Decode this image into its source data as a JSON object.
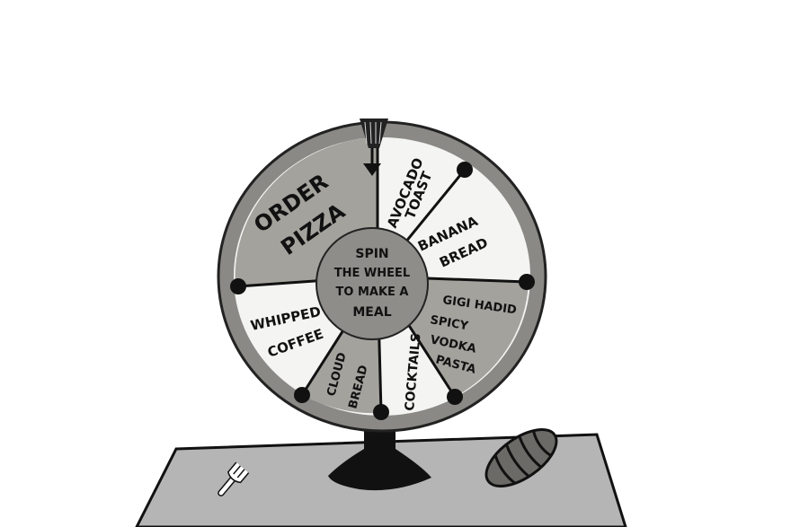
{
  "scene": {
    "type": "cartoon illustration",
    "subject": "prize wheel on a table"
  },
  "wheel": {
    "center_text": [
      "SPIN",
      "THE WHEEL",
      "TO MAKE A",
      "MEAL"
    ],
    "segments": [
      {
        "label": [
          "ORDER",
          "PIZZA"
        ],
        "shade": "gray"
      },
      {
        "label": [
          "AVOCADO",
          "TOAST"
        ],
        "shade": "white"
      },
      {
        "label": [
          "BANANA",
          "BREAD"
        ],
        "shade": "white"
      },
      {
        "label": [
          "GIGI HADID",
          "SPICY",
          "VODKA",
          "PASTA"
        ],
        "shade": "gray"
      },
      {
        "label": [
          "COCKTAILS"
        ],
        "shade": "white"
      },
      {
        "label": [
          "CLOUD",
          "BREAD"
        ],
        "shade": "gray"
      },
      {
        "label": [
          "WHIPPED",
          "COFFEE"
        ],
        "shade": "white"
      }
    ]
  },
  "objects": [
    "pointer",
    "wheel stand",
    "table",
    "fork",
    "croissant"
  ],
  "colors": {
    "rim": "#8a8985",
    "gray_segment": "#a3a29d",
    "white_segment": "#f4f4f2",
    "hub": "#8e8d89",
    "table": "#b5b5b5",
    "stand": "#111111",
    "croissant": "#6b6a66"
  }
}
